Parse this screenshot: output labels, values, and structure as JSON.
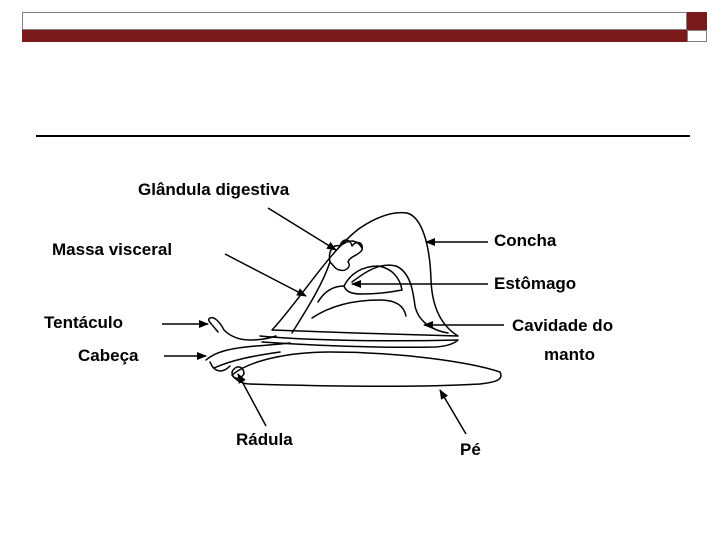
{
  "slide": {
    "header_colors": {
      "accent": "#7a1a1a",
      "outline": "#808080"
    }
  },
  "diagram": {
    "labels": {
      "glandula_digestiva": "Glândula digestiva",
      "massa_visceral": "Massa visceral",
      "tentaculo": "Tentáculo",
      "cabeca": "Cabeça",
      "radula": "Rádula",
      "concha": "Concha",
      "estomago": "Estômago",
      "cavidade_line1": "Cavidade do",
      "cavidade_line2": "manto",
      "pe": "Pé"
    }
  }
}
